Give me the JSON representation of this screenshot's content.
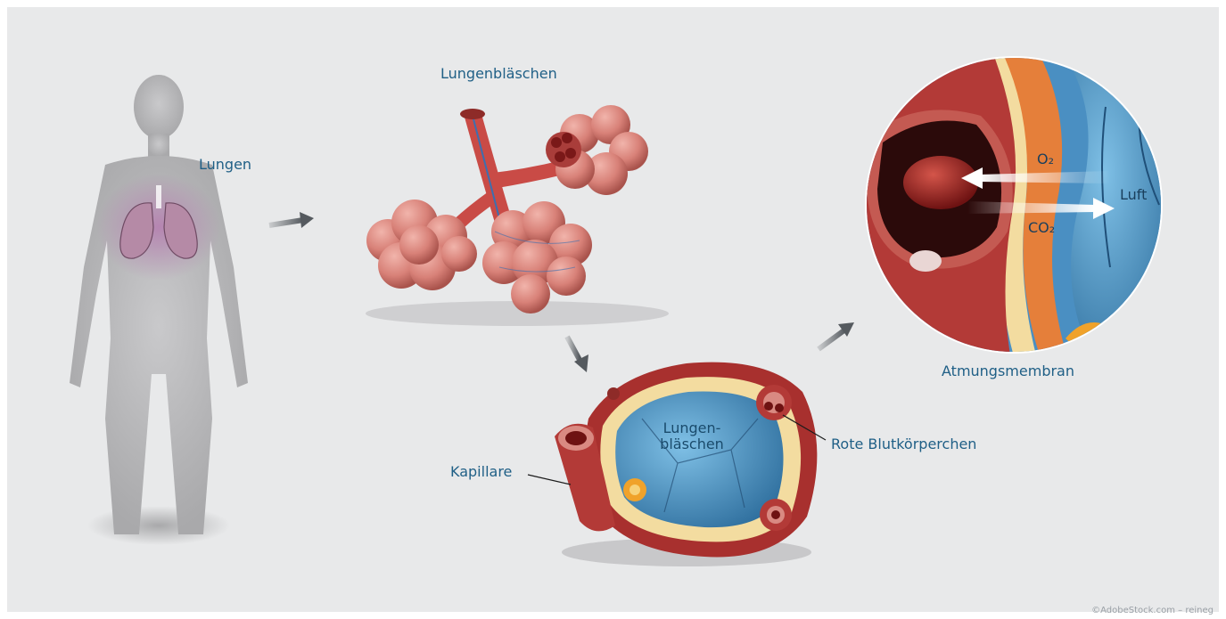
{
  "labels": {
    "lungs": "Lungen",
    "alveoli_title": "Lungenbläschen",
    "alveolus_inner_line1": "Lungen-",
    "alveolus_inner_line2": "bläschen",
    "capillary": "Kapillare",
    "red_blood_cells": "Rote Blutkörperchen",
    "respiratory_membrane": "Atmungsmembran",
    "oxygen": "O₂",
    "carbon_dioxide": "CO₂",
    "air": "Luft"
  },
  "credit": "©AdobeStock.com – reineg",
  "colors": {
    "background": "#e8e9ea",
    "label_text": "#1f5f86",
    "arrow": "#555a5f",
    "tissue_red": "#b23a3a",
    "alveolus_pink": "#d9867f",
    "alveolar_blue": "#4a8fc2",
    "membrane_yellow": "#f3dca0"
  }
}
